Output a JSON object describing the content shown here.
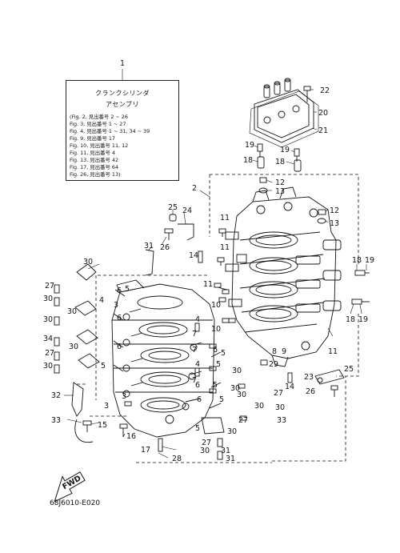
{
  "note": {
    "title_line1": "クランクシリンダ",
    "title_line2": "アセンブリ",
    "lines": [
      "(Fig. 2, 見出番号 2 ~ 26",
      " Fig. 3, 見出番号 1 ~ 27",
      " Fig. 4, 見出番号 1 ~ 31, 34 ~ 39",
      " Fig. 9,  見出番号 17",
      " Fig. 10, 見出番号 11, 12",
      " Fig. 11, 見出番号 4",
      " Fig. 13, 見出番号 42",
      " Fig. 17, 見出番号 64",
      " Fig. 26, 見出番号 13)"
    ]
  },
  "fwd_label": "FWD",
  "diagram_code": "68J6010-E020",
  "callouts": {
    "c1": "1",
    "c2": "2",
    "c3": "3",
    "c4": "4",
    "c5": "5",
    "c6": "6",
    "c7": "7",
    "c8": "8",
    "c9": "9",
    "c10": "10",
    "c11": "11",
    "c12": "12",
    "c13": "13",
    "c14": "14",
    "c15": "15",
    "c16": "16",
    "c17": "17",
    "c18": "18",
    "c19": "19",
    "c20": "20",
    "c21": "21",
    "c22": "22",
    "c23": "23",
    "c24": "24",
    "c25": "25",
    "c26": "26",
    "c27": "27",
    "c28": "28",
    "c29": "29",
    "c30": "30",
    "c31": "31",
    "c32": "32",
    "c33": "33",
    "c34": "34"
  }
}
